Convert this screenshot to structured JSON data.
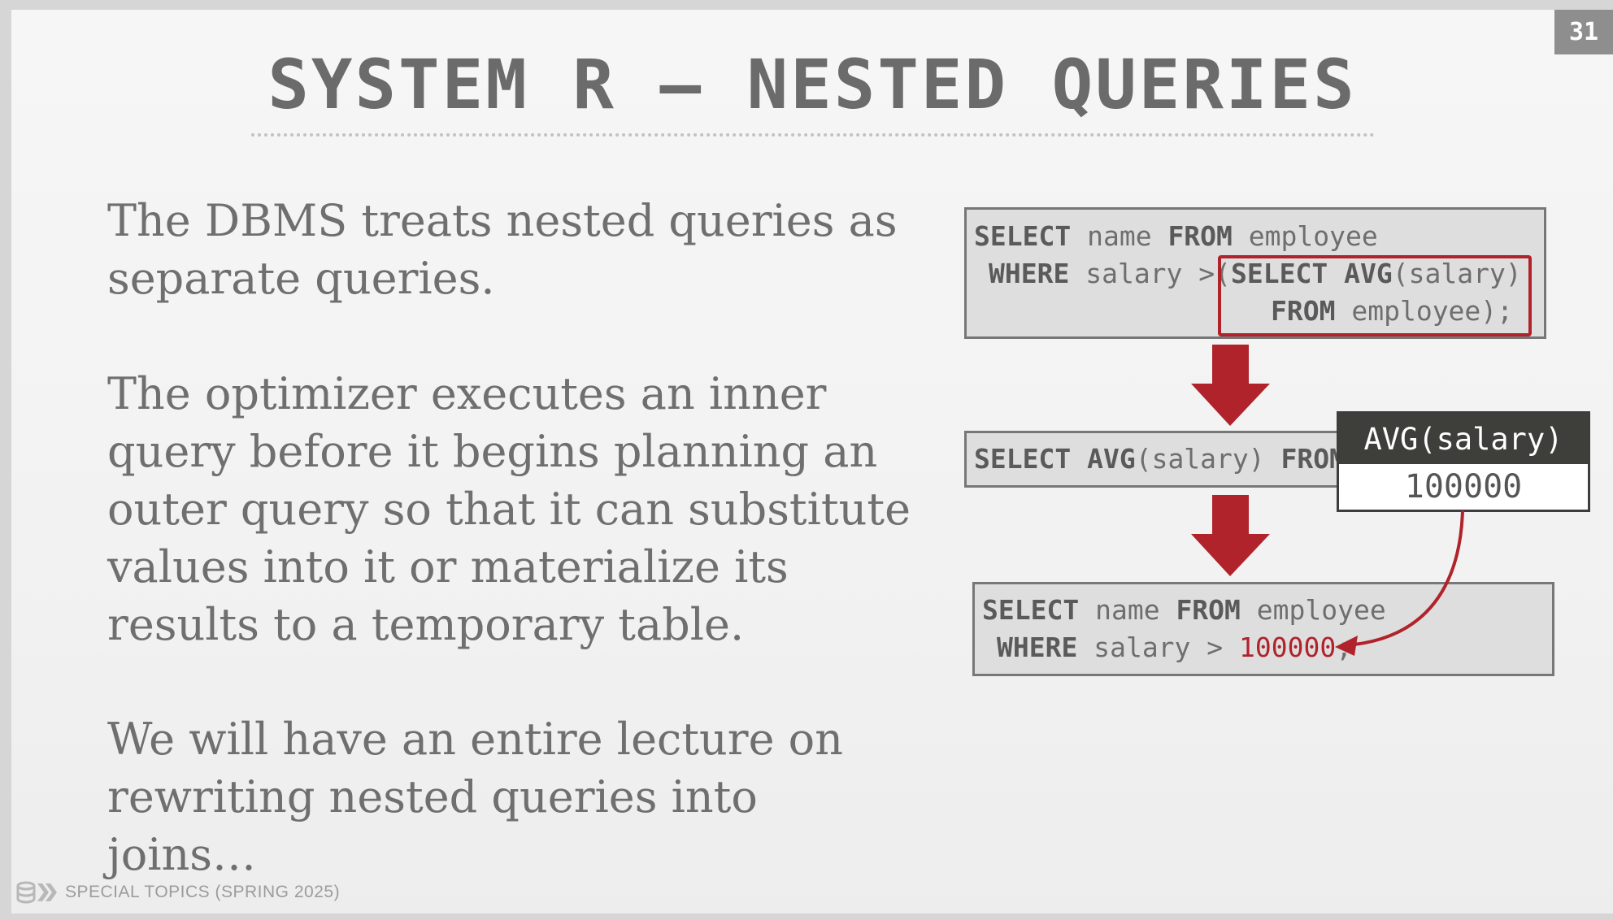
{
  "slide": {
    "page_number": "31",
    "title": "SYSTEM R – NESTED QUERIES",
    "paragraphs": [
      "The DBMS treats nested queries as separate queries.",
      "The optimizer executes an inner query before it begins planning an outer query so that it can substitute values into it or materialize its results to a temporary table.",
      "We will have an entire lecture on rewriting nested queries into joins…"
    ],
    "footer": "SPECIAL TOPICS (SPRING 2025)"
  },
  "diagram": {
    "query1": {
      "line1": {
        "kw1": "SELECT",
        "t1": " name ",
        "kw2": "FROM",
        "t2": " employee"
      },
      "line2": {
        "kw1": "WHERE",
        "t1": " salary >(",
        "kw2": "SELECT",
        "sp": " ",
        "kw3": "AVG",
        "t2": "(salary)"
      },
      "line3": {
        "kw1": "FROM",
        "t1": " employee);"
      }
    },
    "query2": {
      "kw1": "SELECT",
      "sp": " ",
      "kw2": "AVG",
      "t1": "(salary) ",
      "kw3": "FROM"
    },
    "result": {
      "header": "AVG(salary)",
      "value": "100000"
    },
    "query3": {
      "line1": {
        "kw1": "SELECT",
        "t1": " name ",
        "kw2": "FROM",
        "t2": " employee"
      },
      "line2": {
        "kw1": "WHERE",
        "t1": " salary > ",
        "value": "100000",
        "t2": ";"
      }
    },
    "colors": {
      "accent_red": "#b0232b",
      "box_fill": "#dedede",
      "table_header": "#3e3e3a"
    }
  }
}
